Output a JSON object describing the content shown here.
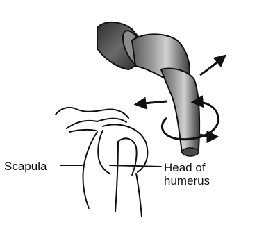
{
  "labels": {
    "scapula": "Scapula",
    "head_line1": "Head of",
    "head_line2": "humerus"
  },
  "colors": {
    "ink": "#111111",
    "shade_dark": "#3a3a3a",
    "shade_mid": "#7a7a7a",
    "shade_light": "#bdbdbd"
  }
}
